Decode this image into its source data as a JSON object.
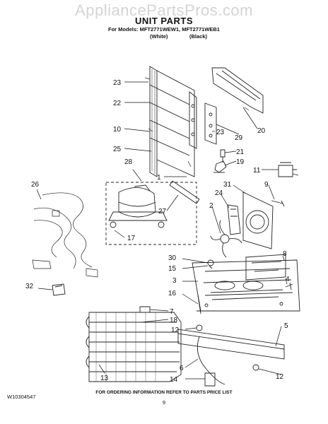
{
  "watermark": "AppliancePartsPros.com",
  "header": {
    "title": "UNIT PARTS",
    "models": "For Models: MFT2771WEW1, MFT2771WEB1",
    "variant_white": "(White)",
    "variant_black": "(Black)"
  },
  "callouts": [
    "23",
    "22",
    "10",
    "25",
    "28",
    "1",
    "26",
    "27",
    "17",
    "2",
    "24",
    "31",
    "9",
    "11",
    "19",
    "21",
    "23",
    "29",
    "20",
    "30",
    "15",
    "3",
    "8",
    "4",
    "16",
    "7",
    "18",
    "12",
    "5",
    "32",
    "13",
    "6",
    "14",
    "12"
  ],
  "footer": {
    "doc_id": "W10304547",
    "note": "FOR ORDERING INFORMATION REFER TO PARTS PRICE LIST",
    "page": "9"
  }
}
